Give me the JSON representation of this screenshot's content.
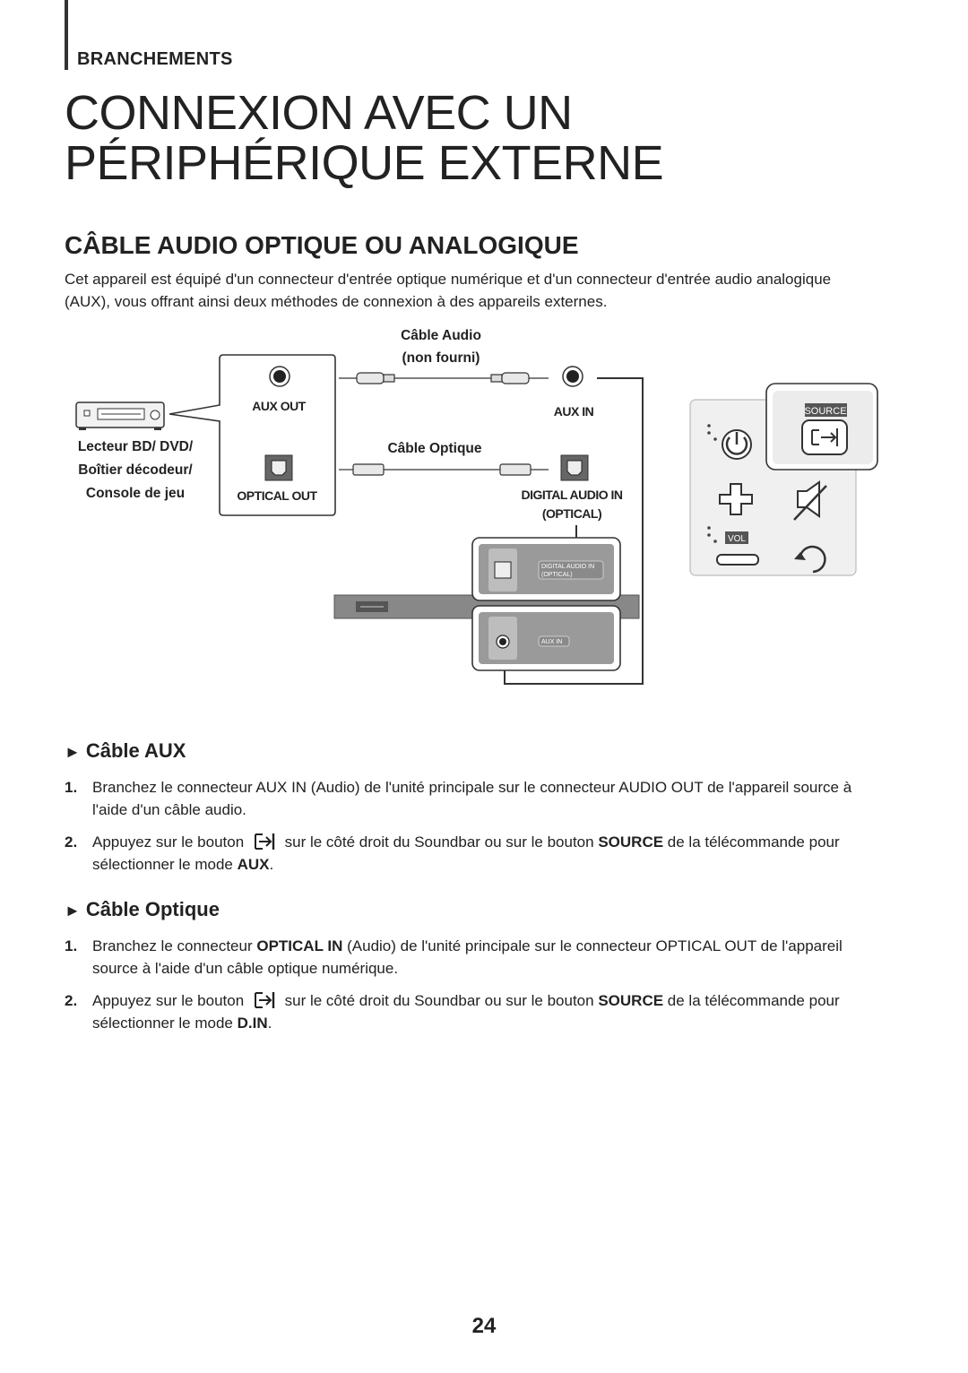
{
  "header": {
    "section_label": "BRANCHEMENTS",
    "page_title": "CONNEXION AVEC UN PÉRIPHÉRIQUE EXTERNE"
  },
  "section": {
    "subtitle": "CÂBLE AUDIO OPTIQUE OU ANALOGIQUE",
    "intro": "Cet appareil est équipé d'un connecteur d'entrée optique numérique et d'un connecteur d'entrée audio analogique (AUX), vous offrant ainsi deux méthodes de connexion à des appareils externes."
  },
  "diagram": {
    "device_label_1": "Lecteur BD/ DVD/",
    "device_label_2": "Boîtier décodeur/",
    "device_label_3": "Console de jeu",
    "aux_out": "AUX OUT",
    "optical_out": "OPTICAL OUT",
    "audio_cable_1": "Câble Audio",
    "audio_cable_2": "(non fourni)",
    "optical_cable": "Câble Optique",
    "aux_in": "AUX IN",
    "digital_audio_in_1": "DIGITAL AUDIO IN",
    "digital_audio_in_2": "(OPTICAL)",
    "panel_digital_1": "DIGITAL AUDIO IN",
    "panel_digital_2": "(OPTICAL)",
    "panel_aux_in": "AUX IN",
    "remote_source": "SOURCE",
    "remote_vol": "VOL"
  },
  "aux": {
    "heading_arrow": "►",
    "heading": "Câble AUX",
    "step1_num": "1.",
    "step1": "Branchez le connecteur AUX IN (Audio) de l'unité principale sur le connecteur AUDIO OUT de l'appareil source à l'aide d'un câble audio.",
    "step2_num": "2.",
    "step2_pre": "Appuyez sur le bouton",
    "step2_mid": "sur le côté droit du Soundbar ou sur le bouton",
    "step2_bold1": "SOURCE",
    "step2_post": "de la télécommande pour sélectionner le mode",
    "step2_bold2": "AUX",
    "step2_end": "."
  },
  "optical": {
    "heading_arrow": "►",
    "heading": "Câble Optique",
    "step1_num": "1.",
    "step1_pre": "Branchez le connecteur",
    "step1_bold": "OPTICAL IN",
    "step1_post": "(Audio) de l'unité principale sur le connecteur OPTICAL OUT de l'appareil source à l'aide d'un câble optique numérique.",
    "step2_num": "2.",
    "step2_pre": "Appuyez sur le bouton",
    "step2_mid": "sur le côté droit du Soundbar ou sur le bouton",
    "step2_bold1": "SOURCE",
    "step2_post": "de la télécommande pour sélectionner le mode",
    "step2_bold2": "D.IN",
    "step2_end": "."
  },
  "footer": {
    "page_number": "24"
  }
}
